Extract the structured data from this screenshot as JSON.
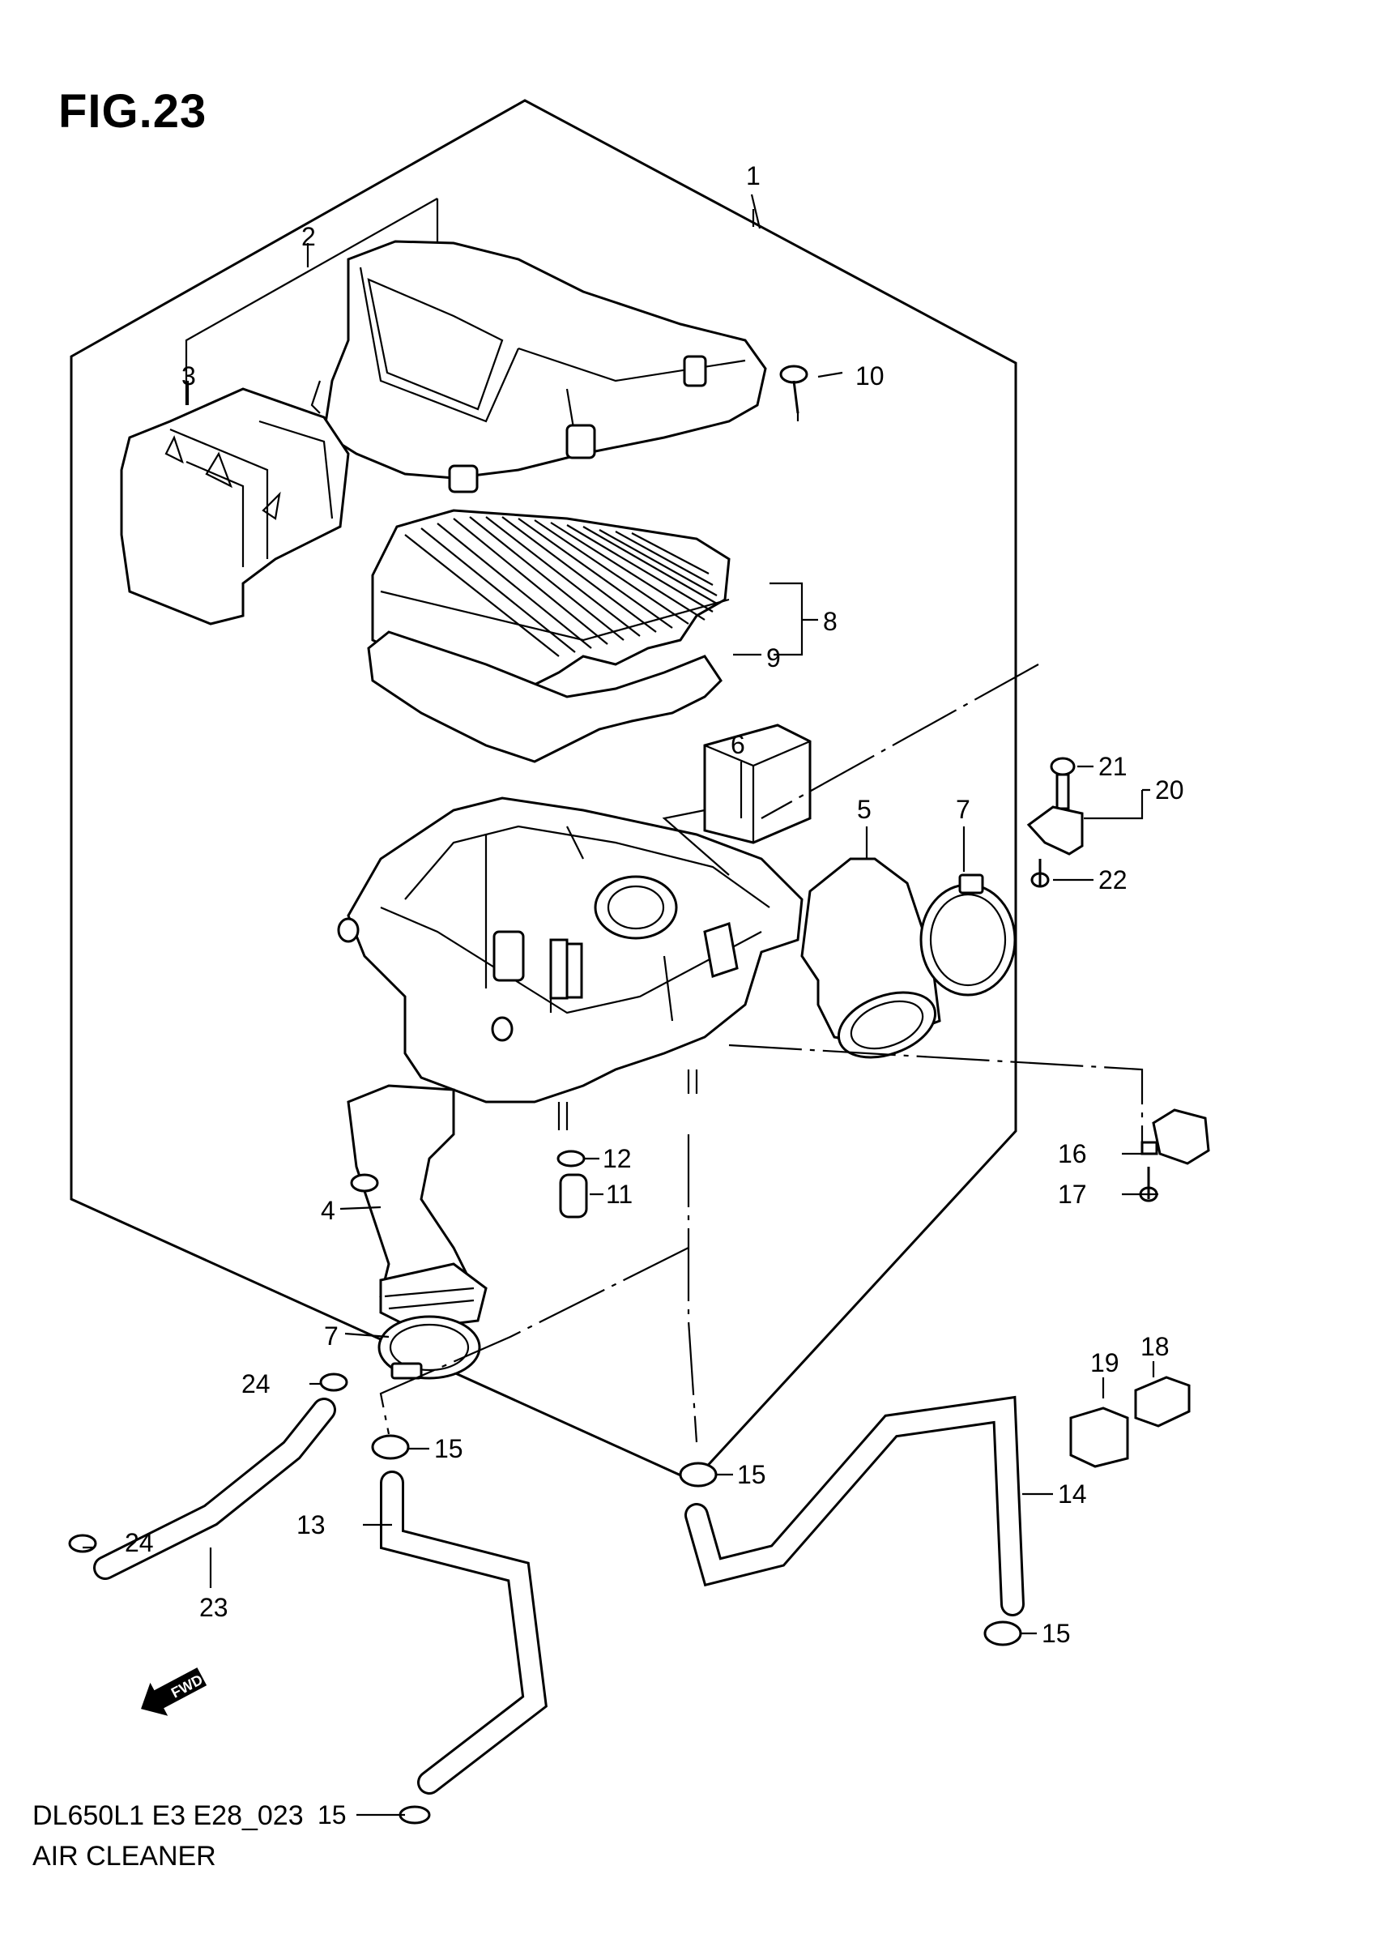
{
  "figure": {
    "title": "FIG.23",
    "model_code": "DL650L1 E3 E28_023",
    "caption": "AIR CLEANER",
    "fwd_label": "FWD"
  },
  "callouts": [
    {
      "id": "c1",
      "label": "1"
    },
    {
      "id": "c2",
      "label": "2"
    },
    {
      "id": "c3",
      "label": "3"
    },
    {
      "id": "c4",
      "label": "4"
    },
    {
      "id": "c5",
      "label": "5"
    },
    {
      "id": "c6",
      "label": "6"
    },
    {
      "id": "c7a",
      "label": "7"
    },
    {
      "id": "c7b",
      "label": "7"
    },
    {
      "id": "c8",
      "label": "8"
    },
    {
      "id": "c9",
      "label": "9"
    },
    {
      "id": "c10",
      "label": "10"
    },
    {
      "id": "c11",
      "label": "11"
    },
    {
      "id": "c12",
      "label": "12"
    },
    {
      "id": "c13",
      "label": "13"
    },
    {
      "id": "c14",
      "label": "14"
    },
    {
      "id": "c15a",
      "label": "15"
    },
    {
      "id": "c15b",
      "label": "15"
    },
    {
      "id": "c15c",
      "label": "15"
    },
    {
      "id": "c15d",
      "label": "15"
    },
    {
      "id": "c16",
      "label": "16"
    },
    {
      "id": "c17",
      "label": "17"
    },
    {
      "id": "c18",
      "label": "18"
    },
    {
      "id": "c19",
      "label": "19"
    },
    {
      "id": "c20",
      "label": "20"
    },
    {
      "id": "c21",
      "label": "21"
    },
    {
      "id": "c22",
      "label": "22"
    },
    {
      "id": "c23",
      "label": "23"
    },
    {
      "id": "c24a",
      "label": "24"
    },
    {
      "id": "c24b",
      "label": "24"
    }
  ]
}
